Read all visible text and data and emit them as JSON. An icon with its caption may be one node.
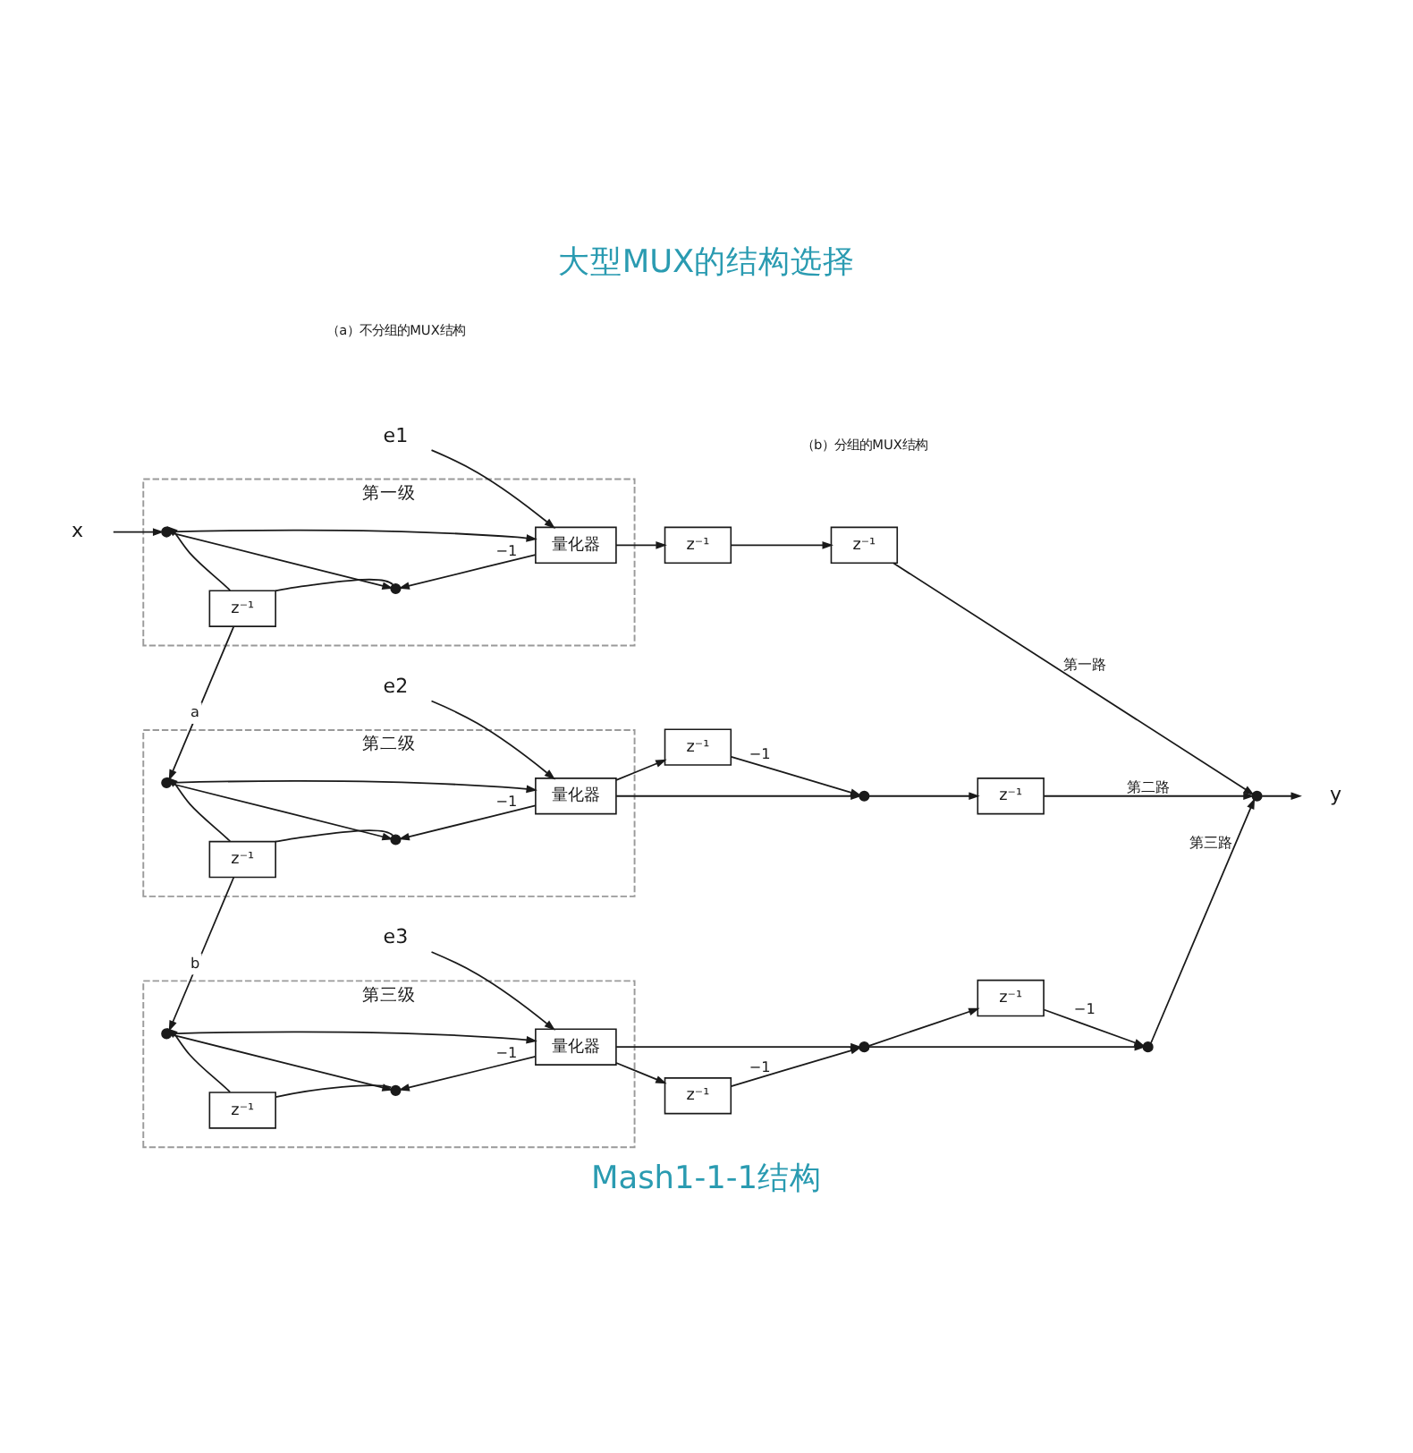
{
  "diagram": {
    "title": "大型MUX的结构选择",
    "caption": "Mash1-1-1结构",
    "nodes": [
      {
        "text": [
          "e1"
        ]
      },
      {
        "text": [
          "x"
        ]
      },
      {
        "text": [
          "第一级"
        ]
      },
      {
        "text": [],
        "shape": "circle",
        "in": 2
      },
      {
        "text": [
          "量化器"
        ],
        "in": 2
      },
      {
        "text": [],
        "shape": "circle",
        "in": 2
      },
      {
        "text": [
          "z⁻¹"
        ],
        "in": 2
      },
      {
        "text": [
          "z⁻¹"
        ]
      },
      {
        "text": [
          "z⁻¹"
        ]
      },
      {
        "text": [
          "e2"
        ]
      },
      {
        "text": [
          "第二级"
        ]
      },
      {
        "text": [],
        "shape": "circle",
        "in": 10
      },
      {
        "text": [
          "量化器"
        ],
        "in": 10
      },
      {
        "text": [],
        "shape": "circle",
        "in": 10
      },
      {
        "text": [
          "z⁻¹"
        ],
        "in": 10
      },
      {
        "text": [],
        "shape": "circle"
      },
      {
        "text": [
          "z⁻¹"
        ]
      },
      {
        "text": [
          "z⁻¹"
        ]
      },
      {
        "text": [],
        "shape": "circle"
      },
      {
        "text": [
          "y"
        ]
      },
      {
        "text": [
          "e3"
        ]
      },
      {
        "text": [
          "第三级"
        ]
      },
      {
        "text": [],
        "shape": "circle",
        "in": 21
      },
      {
        "text": [
          "量化器"
        ],
        "in": 21
      },
      {
        "text": [],
        "shape": "circle",
        "in": 21
      },
      {
        "text": [
          "z⁻¹"
        ],
        "in": 21
      },
      {
        "text": [],
        "shape": "circle"
      },
      {
        "text": [
          "z⁻¹"
        ]
      },
      {
        "text": [],
        "shape": "circle"
      },
      {
        "text": [
          "z⁻¹"
        ]
      }
    ],
    "edges": [
      {
        "from": 1,
        "to": 3,
        "arrow": "to"
      },
      {
        "from": 0,
        "to": 4,
        "arrow": "to"
      },
      {
        "from": 3,
        "to": 4,
        "arrow": "to"
      },
      {
        "from": 3,
        "to": 5,
        "arrow": "to"
      },
      {
        "from": 4,
        "to": 5,
        "arrow": "to",
        "label": "−1"
      },
      {
        "from": 5,
        "to": 6,
        "arrow": "none"
      },
      {
        "from": 6,
        "to": 3,
        "arrow": "to"
      },
      {
        "from": 6,
        "to": 11,
        "arrow": "to",
        "label": "a"
      },
      {
        "from": 4,
        "to": 7,
        "arrow": "to"
      },
      {
        "from": 7,
        "to": 8,
        "arrow": "to"
      },
      {
        "from": 8,
        "to": 18,
        "arrow": "to",
        "label": "第一路"
      },
      {
        "from": 9,
        "to": 12,
        "arrow": "to"
      },
      {
        "from": 11,
        "to": 12,
        "arrow": "to"
      },
      {
        "from": 11,
        "to": 13,
        "arrow": "to"
      },
      {
        "from": 12,
        "to": 13,
        "arrow": "to",
        "label": "−1"
      },
      {
        "from": 13,
        "to": 14,
        "arrow": "none"
      },
      {
        "from": 14,
        "to": 11,
        "arrow": "to"
      },
      {
        "from": 14,
        "to": 22,
        "arrow": "to",
        "label": "b"
      },
      {
        "from": 12,
        "to": 15,
        "arrow": "to"
      },
      {
        "from": 12,
        "to": 16,
        "arrow": "to"
      },
      {
        "from": 16,
        "to": 15,
        "arrow": "to",
        "label": "−1"
      },
      {
        "from": 15,
        "to": 17,
        "arrow": "to"
      },
      {
        "from": 17,
        "to": 18,
        "arrow": "to",
        "label": "第二路"
      },
      {
        "from": 18,
        "to": 19,
        "arrow": "to"
      },
      {
        "from": 20,
        "to": 23,
        "arrow": "to"
      },
      {
        "from": 22,
        "to": 23,
        "arrow": "to"
      },
      {
        "from": 22,
        "to": 24,
        "arrow": "to"
      },
      {
        "from": 23,
        "to": 24,
        "arrow": "to",
        "label": "−1"
      },
      {
        "from": 24,
        "to": 25,
        "arrow": "none"
      },
      {
        "from": 25,
        "to": 22,
        "arrow": "to"
      },
      {
        "from": 23,
        "to": 26,
        "arrow": "to"
      },
      {
        "from": 23,
        "to": 27,
        "arrow": "to"
      },
      {
        "from": 27,
        "to": 26,
        "arrow": "to",
        "label": "−1"
      },
      {
        "from": 26,
        "to": 28,
        "arrow": "to"
      },
      {
        "from": 26,
        "to": 29,
        "arrow": "to"
      },
      {
        "from": 29,
        "to": 28,
        "arrow": "to",
        "label": "−1"
      },
      {
        "from": 28,
        "to": 18,
        "arrow": "to",
        "label": "第三路"
      }
    ],
    "labels": [
      "（a）不分组的MUX结构",
      "（b）分组的MUX结构"
    ]
  }
}
